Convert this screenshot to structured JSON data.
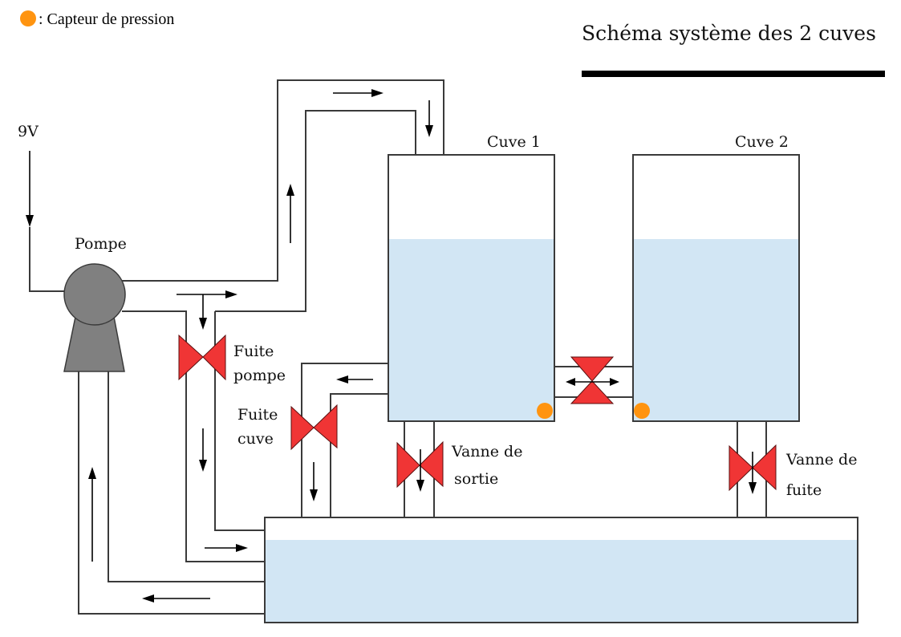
{
  "legend": {
    "symbol": "orange-circle",
    "text": ": Capteur de pression",
    "color": "#ff9410"
  },
  "title": "Schéma système des 2 cuves",
  "labels": {
    "power": "9V",
    "pump": "Pompe",
    "tank1": "Cuve 1",
    "tank2": "Cuve 2",
    "valve_pump_leak": [
      "Fuite",
      "pompe"
    ],
    "valve_tank_leak": [
      "Fuite",
      "cuve"
    ],
    "valve_outlet": [
      "Vanne de",
      "sortie"
    ],
    "valve_leak": [
      "Vanne de",
      "fuite"
    ]
  },
  "levels": {
    "tank1": 0.68,
    "tank2": 0.68,
    "reservoir": 0.79
  },
  "colors": {
    "water": "#d2e6f4",
    "valve": "#f03535",
    "sensor": "#ff9410",
    "pump": "#808080",
    "pipe": "#3a3a3a"
  }
}
